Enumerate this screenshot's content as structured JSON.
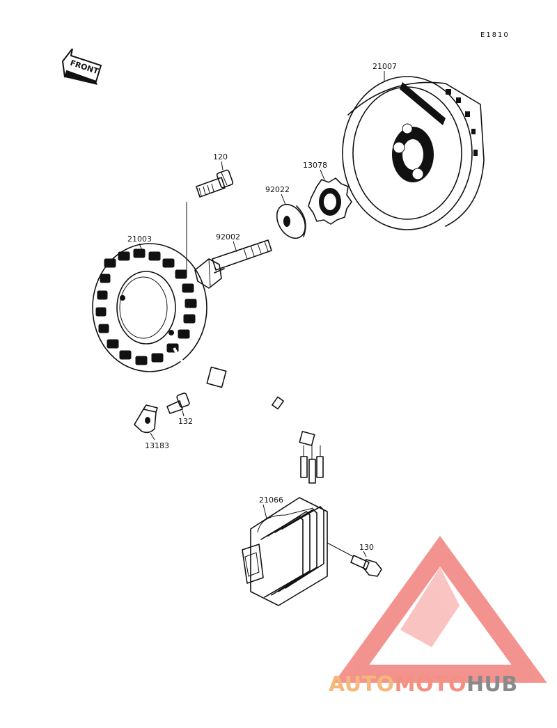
{
  "diagram_code": "E1810",
  "front_arrow": "FRONT",
  "parts": {
    "p21007": "21007",
    "p120": "120",
    "p13078": "13078",
    "p92022": "92022",
    "p21003": "21003",
    "p92002": "92002",
    "p132": "132",
    "p13183": "13183",
    "p21066": "21066",
    "p130": "130"
  },
  "watermark": {
    "part1": "AUTO",
    "part2": "MOTO",
    "part3": "HUB",
    "color1": "#f5b87a",
    "color2": "#f59080",
    "color3": "#8a8a8a",
    "logo_color": "#f0706a"
  }
}
